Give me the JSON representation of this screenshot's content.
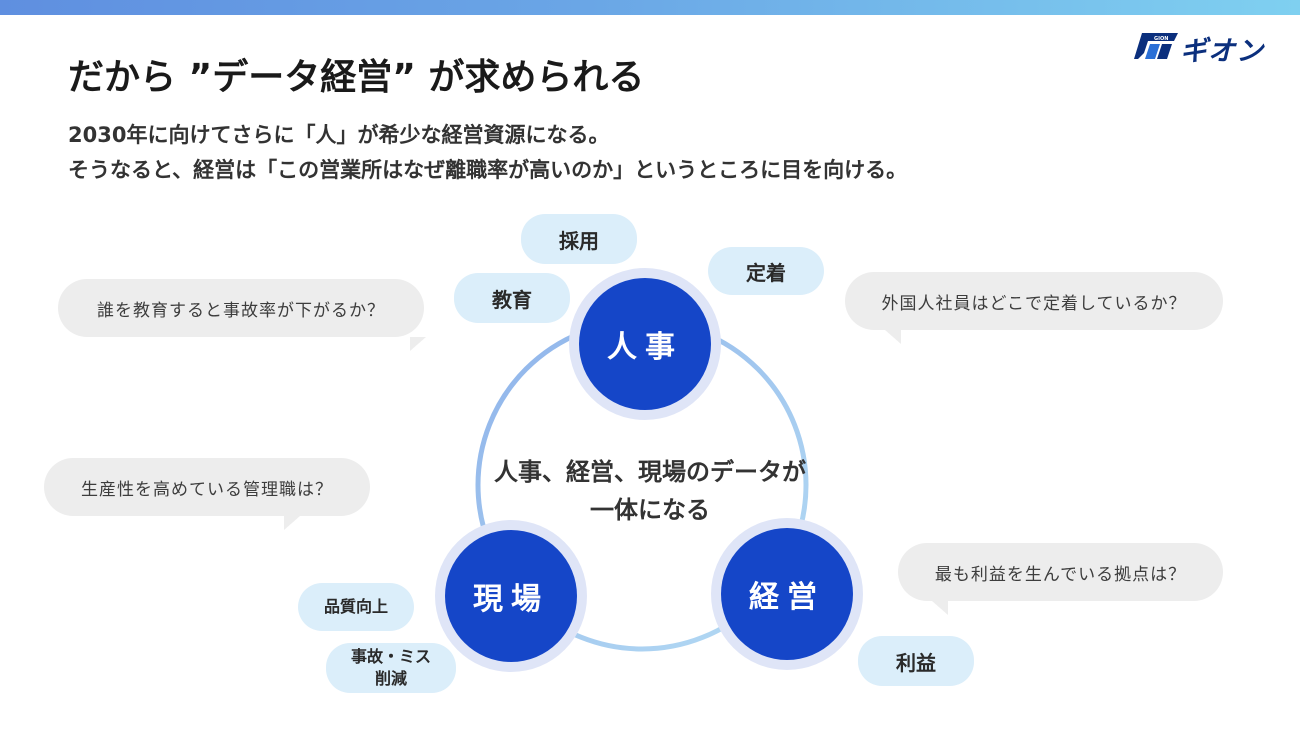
{
  "header": {
    "title": "だから ”データ経営” が求められる",
    "subtitle_1": "2030年に向けてさらに「人」が希少な経営資源になる。",
    "subtitle_2": "そうなると、経営は「この営業所はなぜ離職率が高いのか」というところに目を向ける。"
  },
  "logo": {
    "text": "ギオン",
    "mark_text": "GION",
    "color": "#0b2f7d"
  },
  "diagram": {
    "center_line_1": "人事、経営、現場のデータが",
    "center_line_2": "一体になる",
    "circles": {
      "hr": "人事",
      "management": "経営",
      "field": "現場"
    },
    "tags": {
      "recruit": "採用",
      "retention": "定着",
      "education": "教育",
      "quality": "品質向上",
      "accident_line_1": "事故・ミス",
      "accident_line_2": "削減",
      "profit": "利益"
    },
    "bubbles": {
      "education_q": "誰を教育すると事故率が下がるか？",
      "foreign_q": "外国人社員はどこで定着しているか？",
      "productivity_q": "生産性を高めている管理職は？",
      "profit_q": "最も利益を生んでいる拠点は？"
    },
    "colors": {
      "circle_fill": "#1546c8",
      "circle_halo": "#dfe5f7",
      "ring": "#a9cdf0",
      "tag_fill": "#dbeefa",
      "bubble_fill": "#ededed"
    }
  }
}
